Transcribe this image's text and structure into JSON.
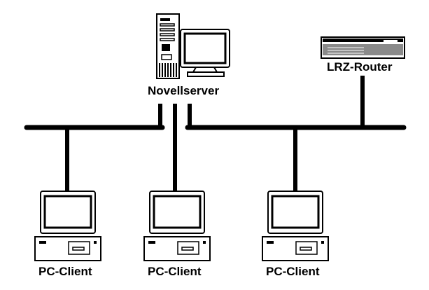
{
  "server": {
    "label": "Novellserver"
  },
  "router": {
    "label": "LRZ-Router"
  },
  "clients": [
    {
      "label": "PC-Client"
    },
    {
      "label": "PC-Client"
    },
    {
      "label": "PC-Client"
    }
  ],
  "colors": {
    "line": "#000000",
    "background": "#ffffff",
    "router_grey": "#808080"
  }
}
